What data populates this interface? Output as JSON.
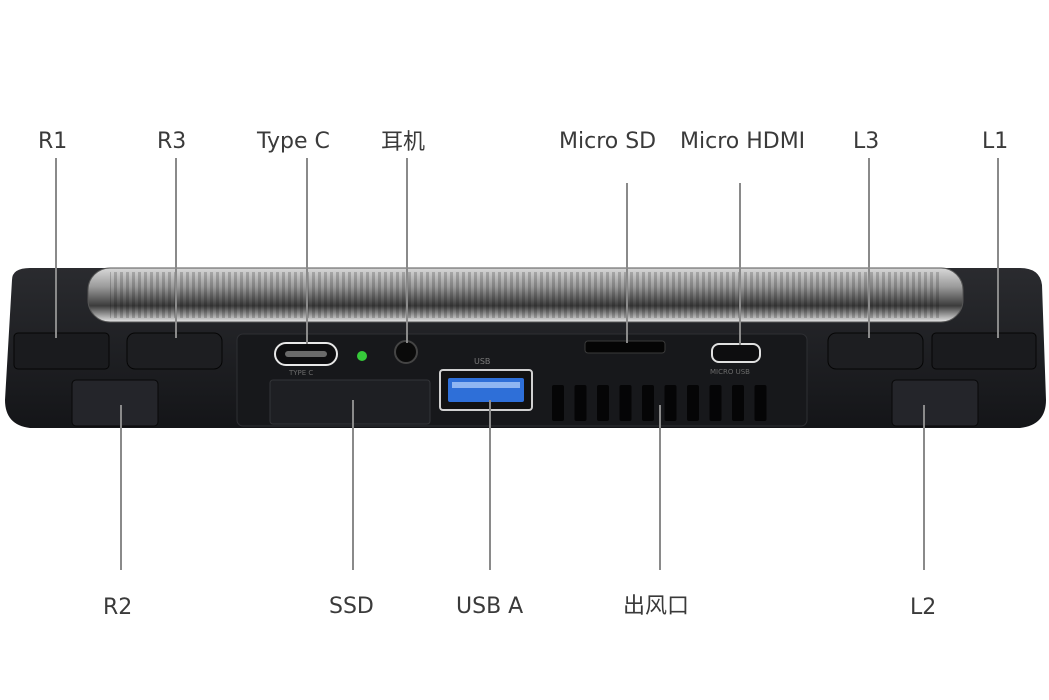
{
  "top_labels": [
    {
      "key": "r1",
      "text": "R1"
    },
    {
      "key": "r3",
      "text": "R3"
    },
    {
      "key": "type_c",
      "text": "Type C"
    },
    {
      "key": "headphone",
      "text": "耳机"
    },
    {
      "key": "micro_sd",
      "text": "Micro SD"
    },
    {
      "key": "micro_hdmi",
      "text": "Micro HDMI"
    },
    {
      "key": "l3",
      "text": "L3"
    },
    {
      "key": "l1",
      "text": "L1"
    }
  ],
  "bottom_labels": [
    {
      "key": "r2",
      "text": "R2"
    },
    {
      "key": "ssd",
      "text": "SSD"
    },
    {
      "key": "usb_a",
      "text": "USB A"
    },
    {
      "key": "vent",
      "text": "出风口"
    },
    {
      "key": "l2",
      "text": "L2"
    }
  ],
  "device_printing": {
    "type_c_port": "TYPE C",
    "usb_port": "USB",
    "micro_usb_port": "MICRO USB"
  },
  "colors": {
    "body": "#1c1d20",
    "led": "#36c93a",
    "usb_blue": "#2e6fd8",
    "leader": "#8a8a8a",
    "label_text": "#3a3a3a"
  }
}
